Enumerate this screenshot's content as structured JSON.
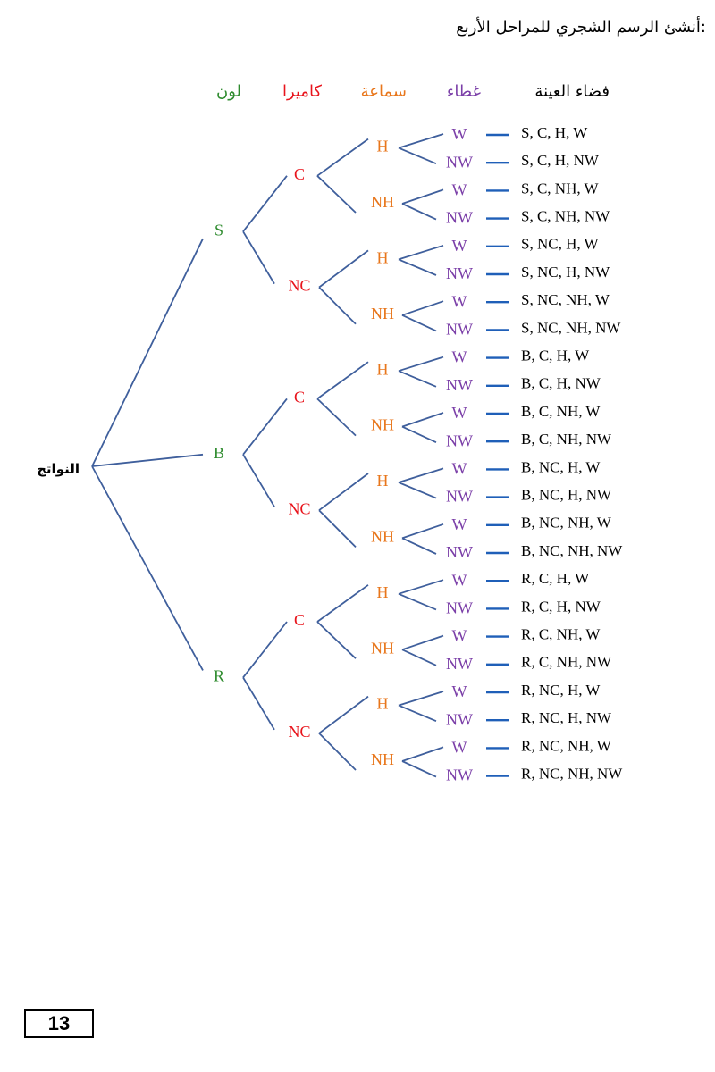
{
  "instruction": "أنشئ الرسم الشجري للمراحل الأربع:",
  "headers": {
    "sample_space": "فضاء العينة",
    "cover": "غطاء",
    "headphones": "سماعة",
    "camera": "كاميرا",
    "color": "لون"
  },
  "root_label": "النواتج",
  "colors": {
    "branch_line": "#3f5f9c",
    "outcome_dash": "#1f5fb8",
    "color_level": "#2e8b2e",
    "camera_level": "#e8141c",
    "headphones_level": "#e8761b",
    "cover_level": "#7b3fa8",
    "text": "#000000"
  },
  "tree": {
    "color": [
      "S",
      "B",
      "R"
    ],
    "camera": [
      "C",
      "NC"
    ],
    "headphones": [
      "H",
      "NH"
    ],
    "cover": [
      "W",
      "NW"
    ]
  },
  "outcomes": [
    "S, C, H, W",
    "S, C, H, NW",
    "S, C, NH, W",
    "S, C, NH, NW",
    "S, NC, H, W",
    "S, NC, H, NW",
    "S, NC, NH, W",
    "S, NC, NH, NW",
    "B, C, H, W",
    "B, C, H, NW",
    "B, C, NH, W",
    "B, C, NH, NW",
    "B, NC, H, W",
    "B, NC, H, NW",
    "B, NC, NH, W",
    "B, NC, NH, NW",
    "R, C, H, W",
    "R, C, H, NW",
    "R, C, NH, W",
    "R, C, NH, NW",
    "R, NC, H, W",
    "R, NC, H, NW",
    "R, NC, NH, W",
    "R, NC, NH, NW"
  ],
  "page_number": "13"
}
